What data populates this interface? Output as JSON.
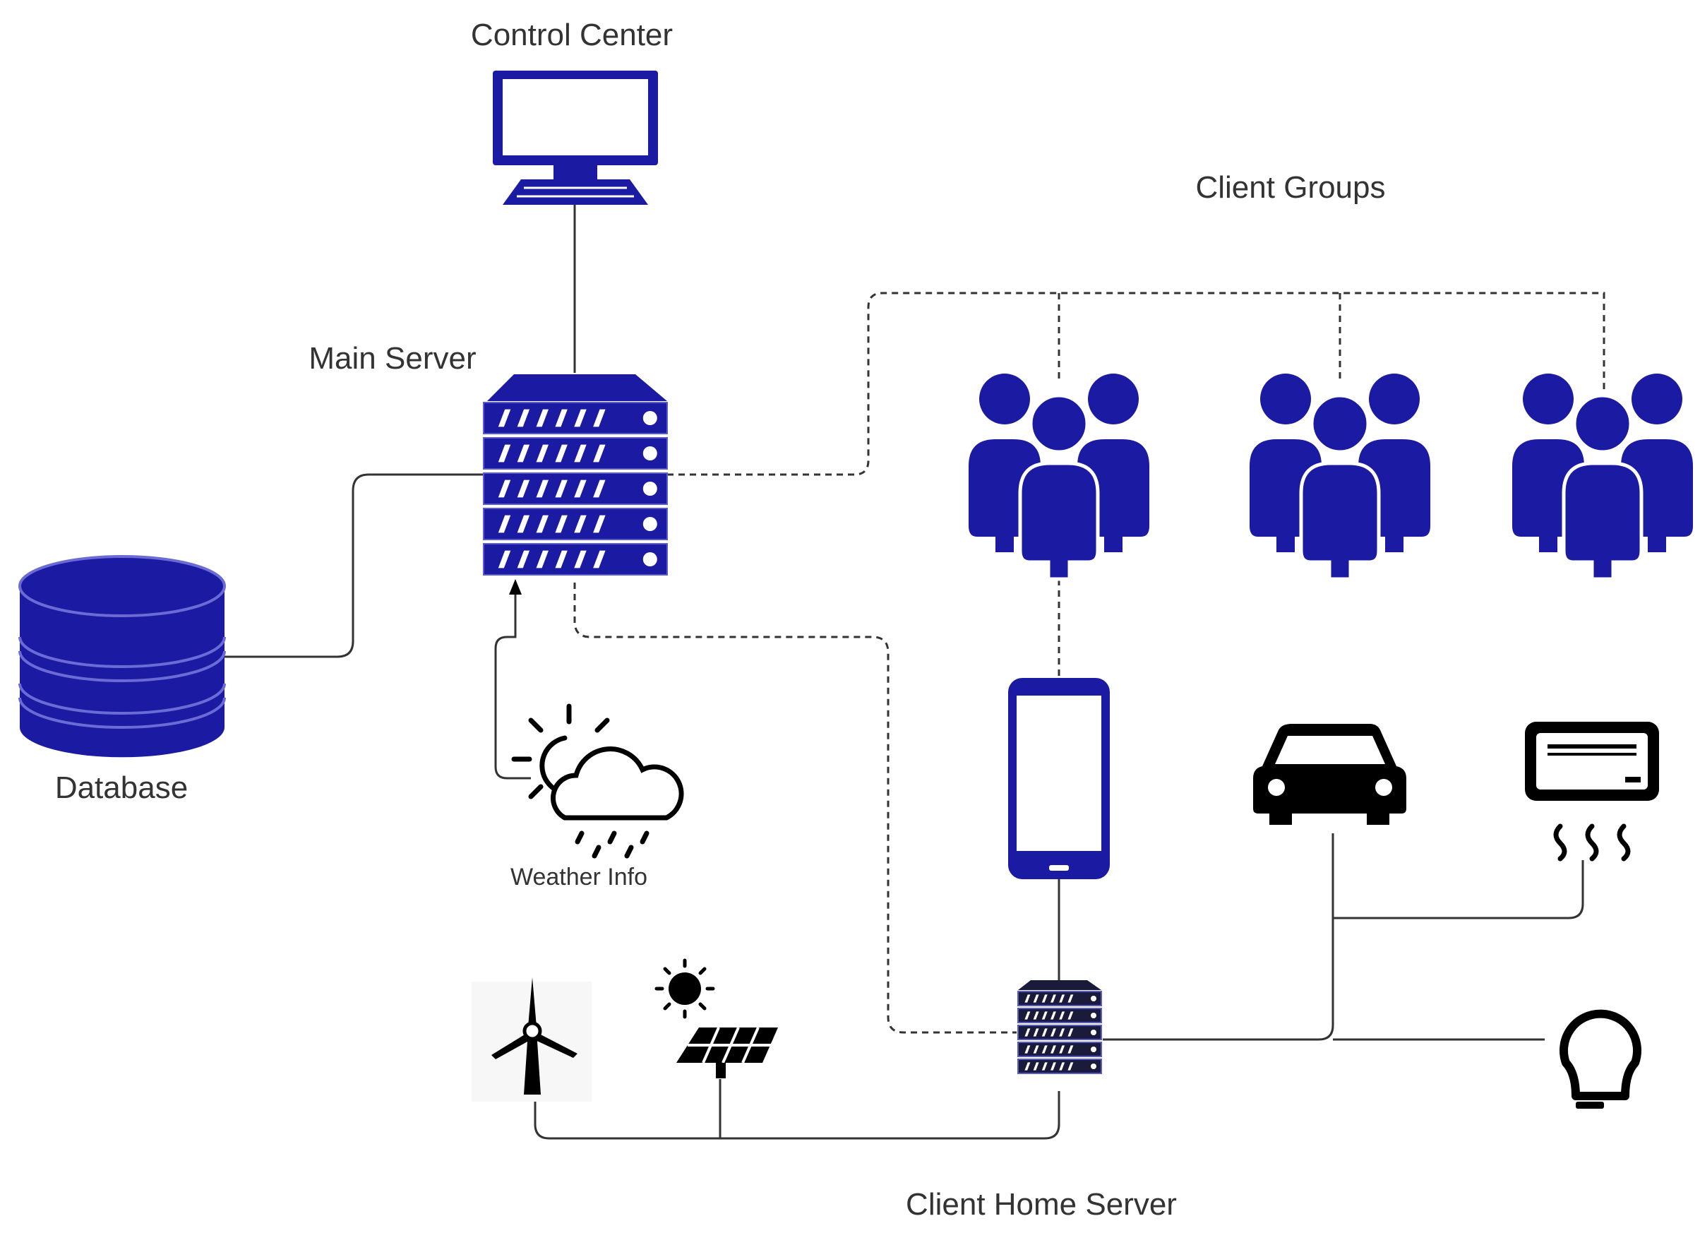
{
  "labels": {
    "control_center": "Control Center",
    "main_server": "Main Server",
    "client_groups": "Client Groups",
    "database": "Database",
    "weather_info": "Weather Info",
    "client_home_server": "Client Home Server"
  },
  "colors": {
    "primary_blue": "#1a1aa3",
    "line": "#333333",
    "icon_black": "#000000"
  },
  "icons": [
    "desktop-computer-icon",
    "server-rack-icon",
    "database-icon",
    "weather-icon",
    "user-group-icon",
    "smartphone-icon",
    "car-icon",
    "air-conditioner-icon",
    "wind-turbine-icon",
    "solar-panel-icon",
    "light-bulb-icon"
  ]
}
